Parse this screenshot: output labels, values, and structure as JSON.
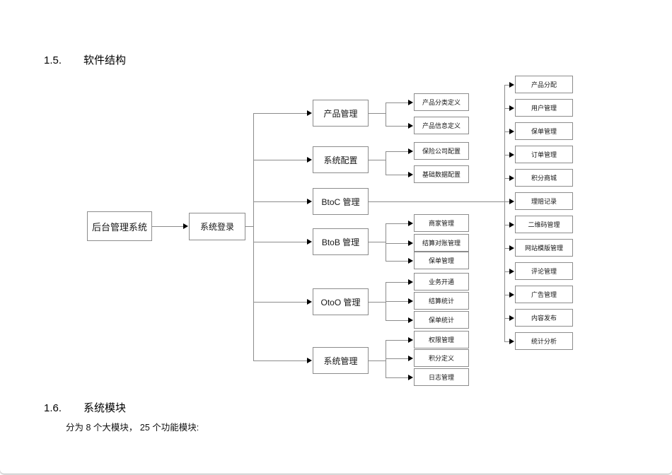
{
  "page": {
    "section_1": {
      "number": "1.5.",
      "title": "软件结构"
    },
    "section_2": {
      "number": "1.6.",
      "title": "系统模块"
    },
    "paragraph": "分为 8 个大模块， 25 个功能模块:"
  },
  "colors": {
    "connector": "#8c8c8c",
    "box_border": "#8c8c8c",
    "arrowhead": "#000000",
    "text": "#161616"
  },
  "diagram": {
    "root": {
      "label": "后台管理系统"
    },
    "login": {
      "label": "系统登录"
    },
    "modules": [
      {
        "label": "产品管理",
        "children": [
          "产品分类定义",
          "产品信息定义"
        ]
      },
      {
        "label": "系统配置",
        "children": [
          "保险公司配置",
          "基础数据配置"
        ]
      },
      {
        "label": "BtoC 管理",
        "children": []
      },
      {
        "label": "BtoB 管理",
        "children": [
          "商家管理",
          "结算对账管理",
          "保单管理"
        ]
      },
      {
        "label": "OtoO 管理",
        "children": [
          "业务开通",
          "结算统计",
          "保单统计"
        ]
      },
      {
        "label": "系统管理",
        "children": [
          "权限管理",
          "积分定义",
          "日志管理"
        ]
      }
    ],
    "btoc_submodules": [
      "产品分配",
      "用户管理",
      "保单管理",
      "订单管理",
      "积分商城",
      "理赔记录",
      "二维码管理",
      "网站模版管理",
      "评论管理",
      "广告管理",
      "内容发布",
      "统计分析"
    ]
  }
}
